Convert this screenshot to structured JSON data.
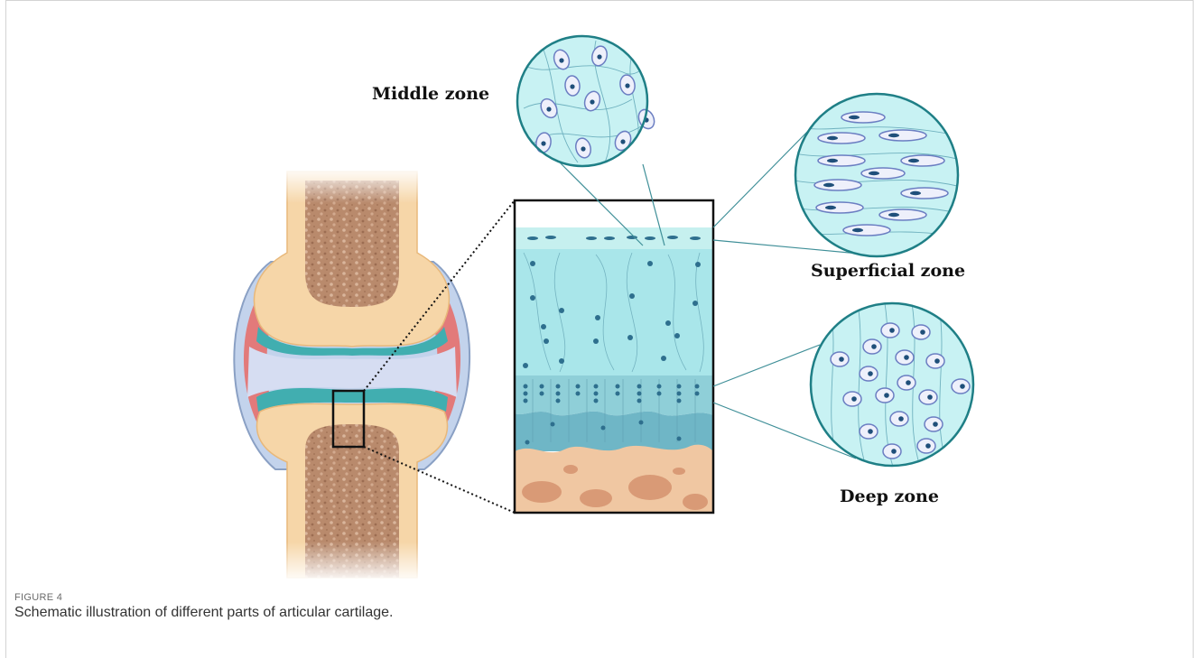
{
  "labels": {
    "middle_zone": "Middle zone",
    "superficial_zone": "Superficial zone",
    "deep_zone": "Deep zone"
  },
  "caption": {
    "figure_number": "FIGURE 4",
    "text": "Schematic illustration of different parts of articular cartilage."
  },
  "colors": {
    "bone_marrow": "#b88a70",
    "bone_cortex": "#f6d6a8",
    "cartilage_teal": "#41aeb0",
    "synovial_fluid": "#cbd4ec",
    "capsule_red": "#e27a7a",
    "cartilage_light": "#bfeeee",
    "subchondral": "#f0c7a2"
  }
}
